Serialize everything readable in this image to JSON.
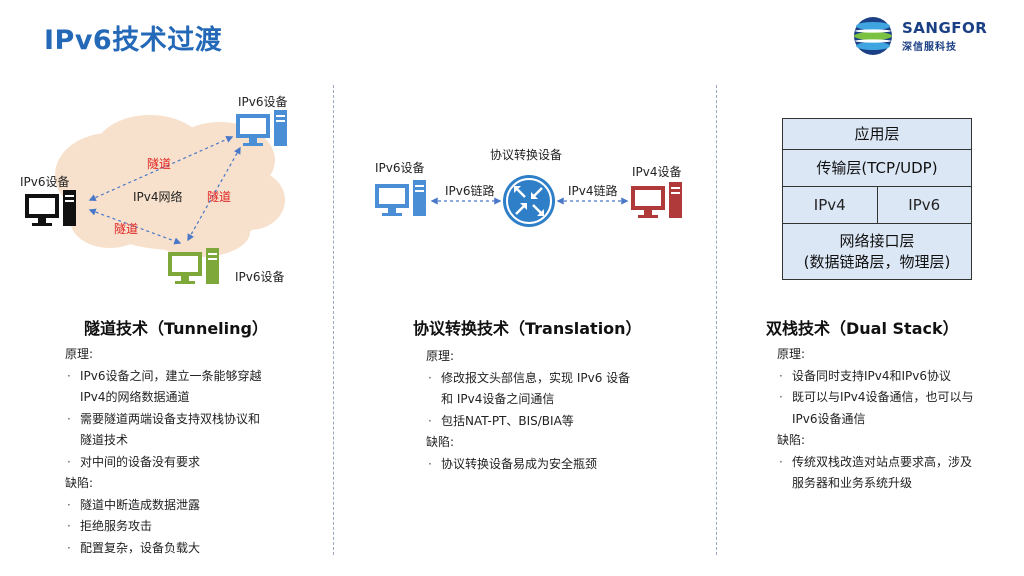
{
  "page": {
    "title": "IPv6技术过渡"
  },
  "logo": {
    "name": "SANGFOR",
    "subtitle": "深信服科技"
  },
  "tunnel": {
    "title": "隧道技术（Tunneling）",
    "labels": {
      "device_top": "IPv6设备",
      "device_left": "IPv6设备",
      "device_bottom": "IPv6设备",
      "network": "IPv4网络",
      "tunnel1": "隧道",
      "tunnel2": "隧道",
      "tunnel3": "隧道"
    },
    "principle_label": "原理:",
    "principles": [
      "IPv6设备之间，建立一条能够穿越",
      "IPv4的网络数据通道",
      "需要隧道两端设备支持双栈协议和",
      "隧道技术",
      "对中间的设备没有要求"
    ],
    "cons_label": "缺陷:",
    "cons": [
      "隧道中断造成数据泄露",
      "拒绝服务攻击",
      "配置复杂，设备负载大"
    ]
  },
  "translation": {
    "title": "协议转换技术（Translation）",
    "labels": {
      "device_left": "IPv6设备",
      "device_center": "协议转换设备",
      "device_right": "IPv4设备",
      "link_left": "IPv6链路",
      "link_right": "IPv4链路"
    },
    "principle_label": "原理:",
    "principles": [
      "修改报文头部信息，实现 IPv6 设备",
      "和 IPv4设备之间通信",
      "包括NAT-PT、BIS/BIA等"
    ],
    "cons_label": "缺陷:",
    "cons": [
      "协议转换设备易成为安全瓶颈"
    ]
  },
  "dualstack": {
    "title": "双栈技术（Dual Stack）",
    "stack": {
      "app": "应用层",
      "transport": "传输层(TCP/UDP)",
      "ipv4": "IPv4",
      "ipv6": "IPv6",
      "link1": "网络接口层",
      "link2": "(数据链路层，物理层)"
    },
    "principle_label": "原理:",
    "principles": [
      "设备同时支持IPv4和IPv6协议",
      "既可以与IPv4设备通信，也可以与",
      "IPv6设备通信"
    ],
    "cons_label": "缺陷:",
    "cons": [
      "传统双栈改造对站点要求高，涉及",
      "服务器和业务系统升级"
    ]
  },
  "colors": {
    "title": "#2468b8",
    "ipv6_blue": "#4a8fd6",
    "ipv4_red": "#b03a3a",
    "green": "#7ea83a",
    "tunnel_red": "#e02020",
    "cloud": "#f7e1cc"
  }
}
